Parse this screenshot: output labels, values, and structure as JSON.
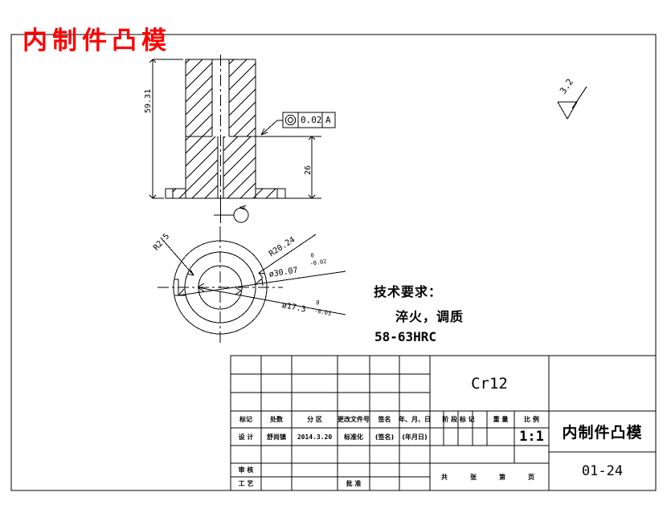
{
  "drawing": {
    "title_label": "内制件凸模",
    "surface_finish": "3.2",
    "section_view": {
      "dim_height": "59.31",
      "dim_flange": "26",
      "datum_label": "A",
      "gdt": {
        "symbol": "concentricity-icon",
        "tolerance": "0.02",
        "datum": "A"
      }
    },
    "front_view": {
      "radius_small": "R2.5",
      "radius_large": "R20.24",
      "dia_outer": "ø30.07",
      "dia_outer_tol_upper": "0",
      "dia_outer_tol_lower": "-0.02",
      "dia_inner": "ø17.3",
      "dia_inner_tol_upper": "0",
      "dia_inner_tol_lower": "-0.03"
    },
    "technical_requirements": {
      "heading": "技术要求：",
      "line1": "淬火，调质",
      "line2": "58-63HRC"
    }
  },
  "title_block": {
    "rev_header": [
      "标记",
      "处数",
      "分  区",
      "更改文件号",
      "签名",
      "年、月、日"
    ],
    "design_row": {
      "role": "设  计",
      "name": "舒尚镇",
      "date": "2014.3.20",
      "std_label": "标准化",
      "std_sign": "(签名)",
      "std_date": "(年月日)"
    },
    "review_row": {
      "role": "审  核"
    },
    "process_row": {
      "role": "工  艺",
      "approve_label": "批  准"
    },
    "material": "Cr12",
    "stage_headers": [
      "阶  段  标  记",
      "重  量",
      "比  例"
    ],
    "scale_value": "1:1",
    "sheet_line": [
      "共",
      "张",
      "第",
      "页"
    ],
    "part_name": "内制件凸模",
    "part_number": "01-24"
  }
}
